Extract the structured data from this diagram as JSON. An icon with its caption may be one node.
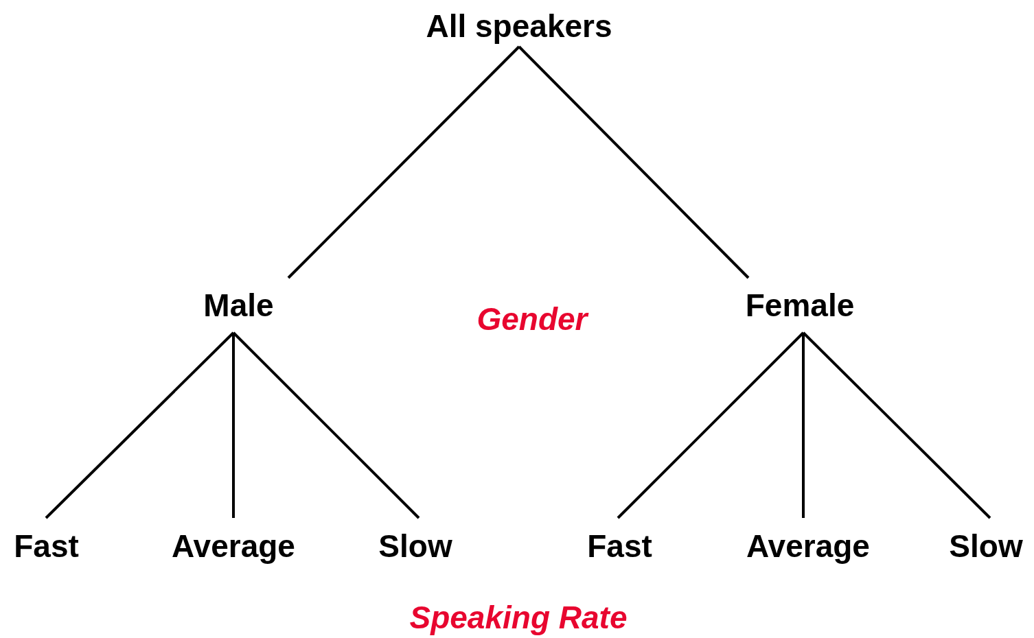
{
  "diagram": {
    "nodes": [
      {
        "text": [
          "All speakers"
        ]
      },
      {
        "text": [
          "Male"
        ]
      },
      {
        "text": [
          "Female"
        ]
      },
      {
        "text": [
          "Fast"
        ]
      },
      {
        "text": [
          "Average"
        ]
      },
      {
        "text": [
          "Slow"
        ]
      },
      {
        "text": [
          "Fast"
        ]
      },
      {
        "text": [
          "Average"
        ]
      },
      {
        "text": [
          "Slow"
        ]
      }
    ],
    "edges": [
      {
        "from": 0,
        "to": 1,
        "arrow": "none"
      },
      {
        "from": 0,
        "to": 2,
        "arrow": "none"
      },
      {
        "from": 1,
        "to": 3,
        "arrow": "none"
      },
      {
        "from": 1,
        "to": 4,
        "arrow": "none"
      },
      {
        "from": 1,
        "to": 5,
        "arrow": "none"
      },
      {
        "from": 2,
        "to": 6,
        "arrow": "none"
      },
      {
        "from": 2,
        "to": 7,
        "arrow": "none"
      },
      {
        "from": 2,
        "to": 8,
        "arrow": "none"
      }
    ],
    "labels": [
      "Gender",
      "Speaking Rate"
    ]
  }
}
